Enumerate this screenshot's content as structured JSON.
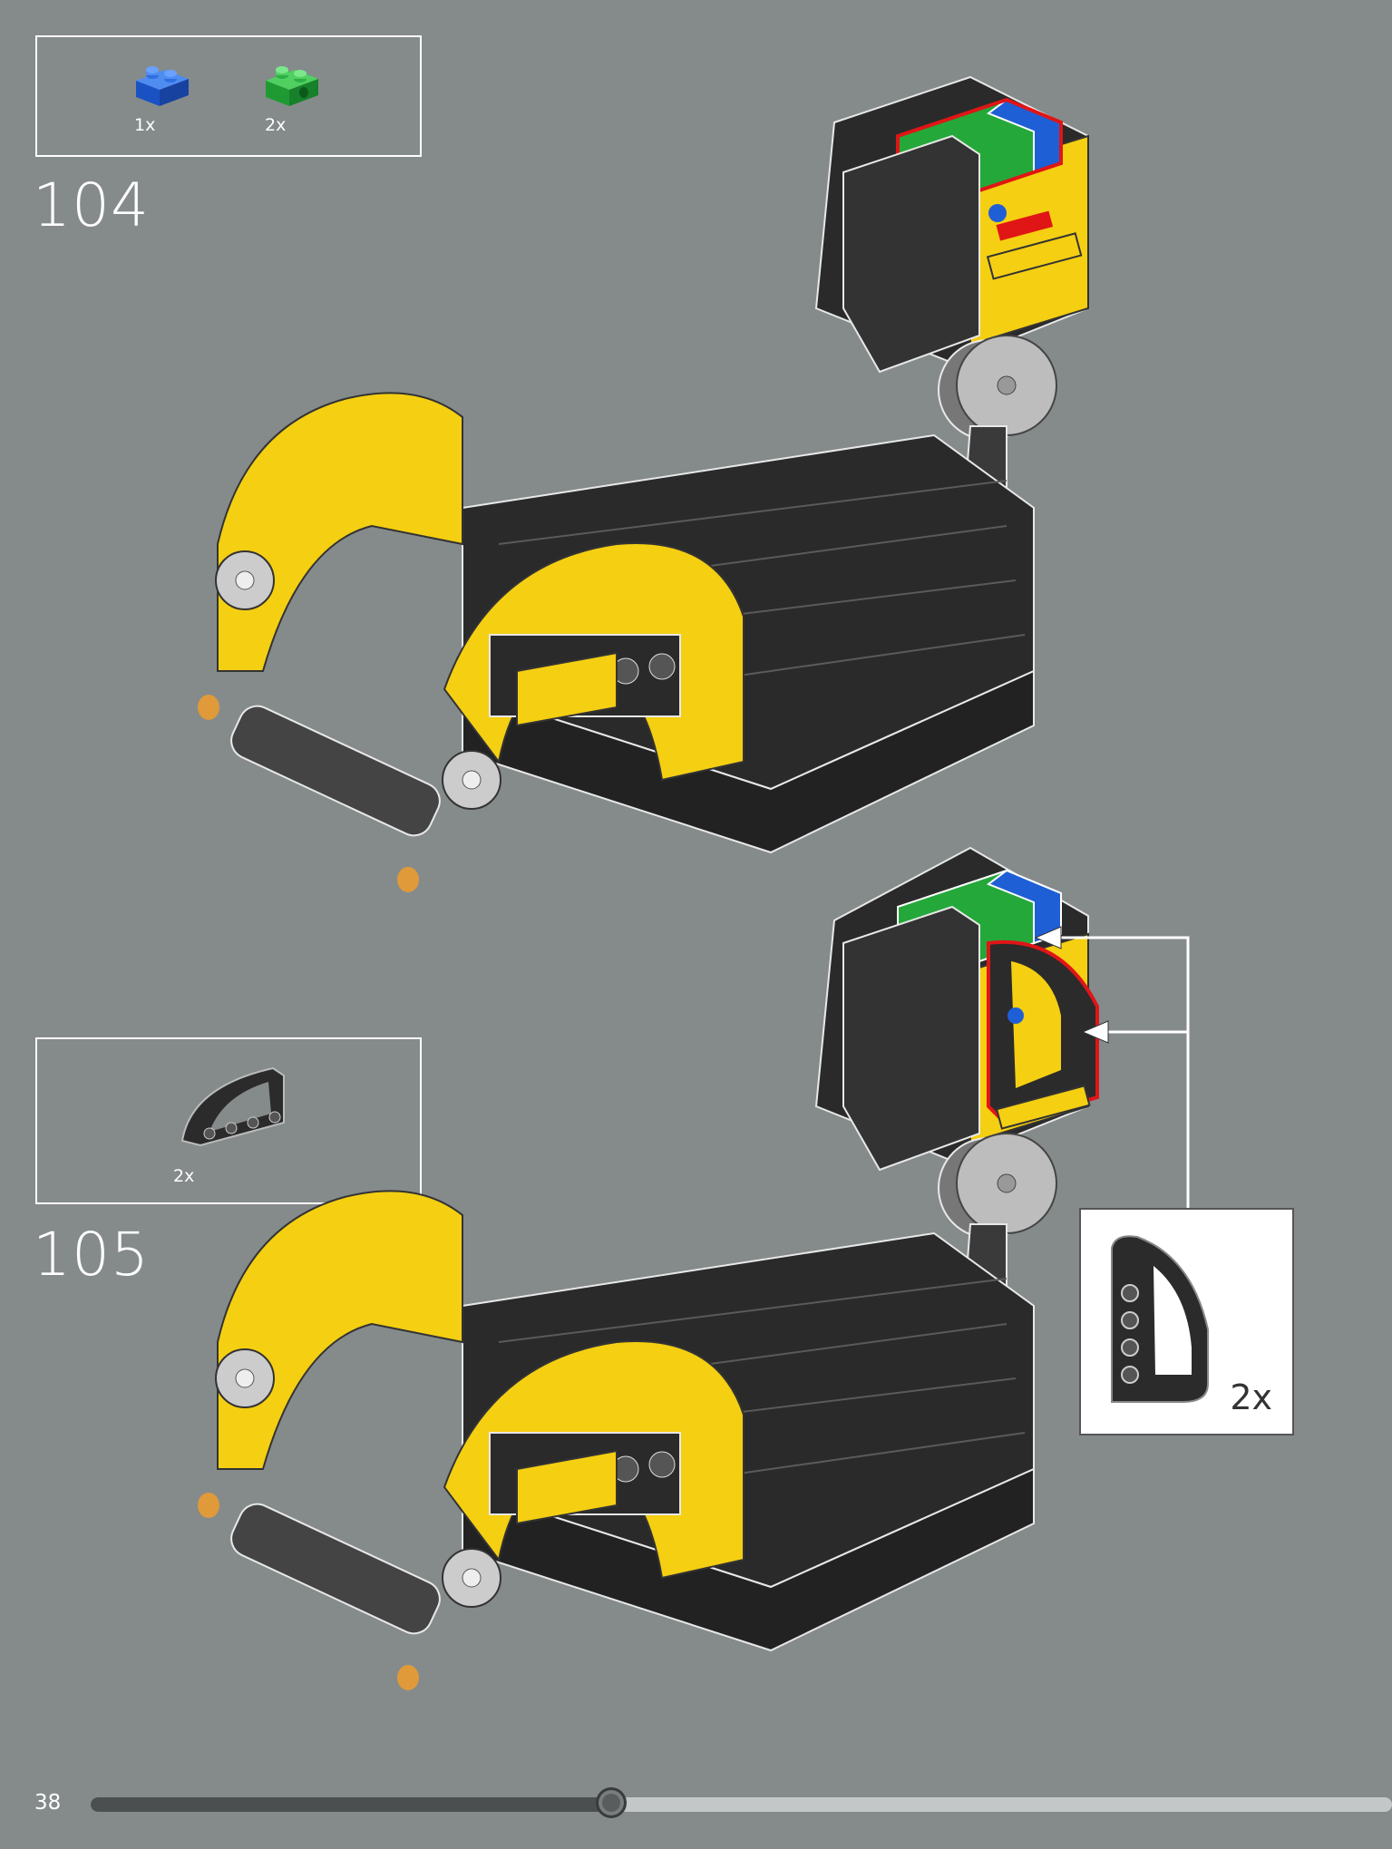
{
  "steps": [
    {
      "number": "104",
      "parts": [
        {
          "qty": "1x",
          "color": "#1f5fd6",
          "icon": "blue-brick-1x2-icon"
        },
        {
          "qty": "2x",
          "color": "#25a83a",
          "icon": "green-technic-brick-1x2-icon"
        }
      ]
    },
    {
      "number": "105",
      "parts": [
        {
          "qty": "2x",
          "color": "#2b2b2b",
          "icon": "curved-technic-panel-icon"
        }
      ],
      "callout": {
        "qty": "2x",
        "icon": "curved-technic-panel-icon"
      }
    }
  ],
  "colors": {
    "background": "#858b8b",
    "brick_yellow": "#f5cf12",
    "brick_black": "#2a2a2a",
    "brick_grey": "#bdbdbd",
    "highlight_red": "#e01515"
  },
  "footer": {
    "page_number": "38",
    "progress": 0.4
  }
}
